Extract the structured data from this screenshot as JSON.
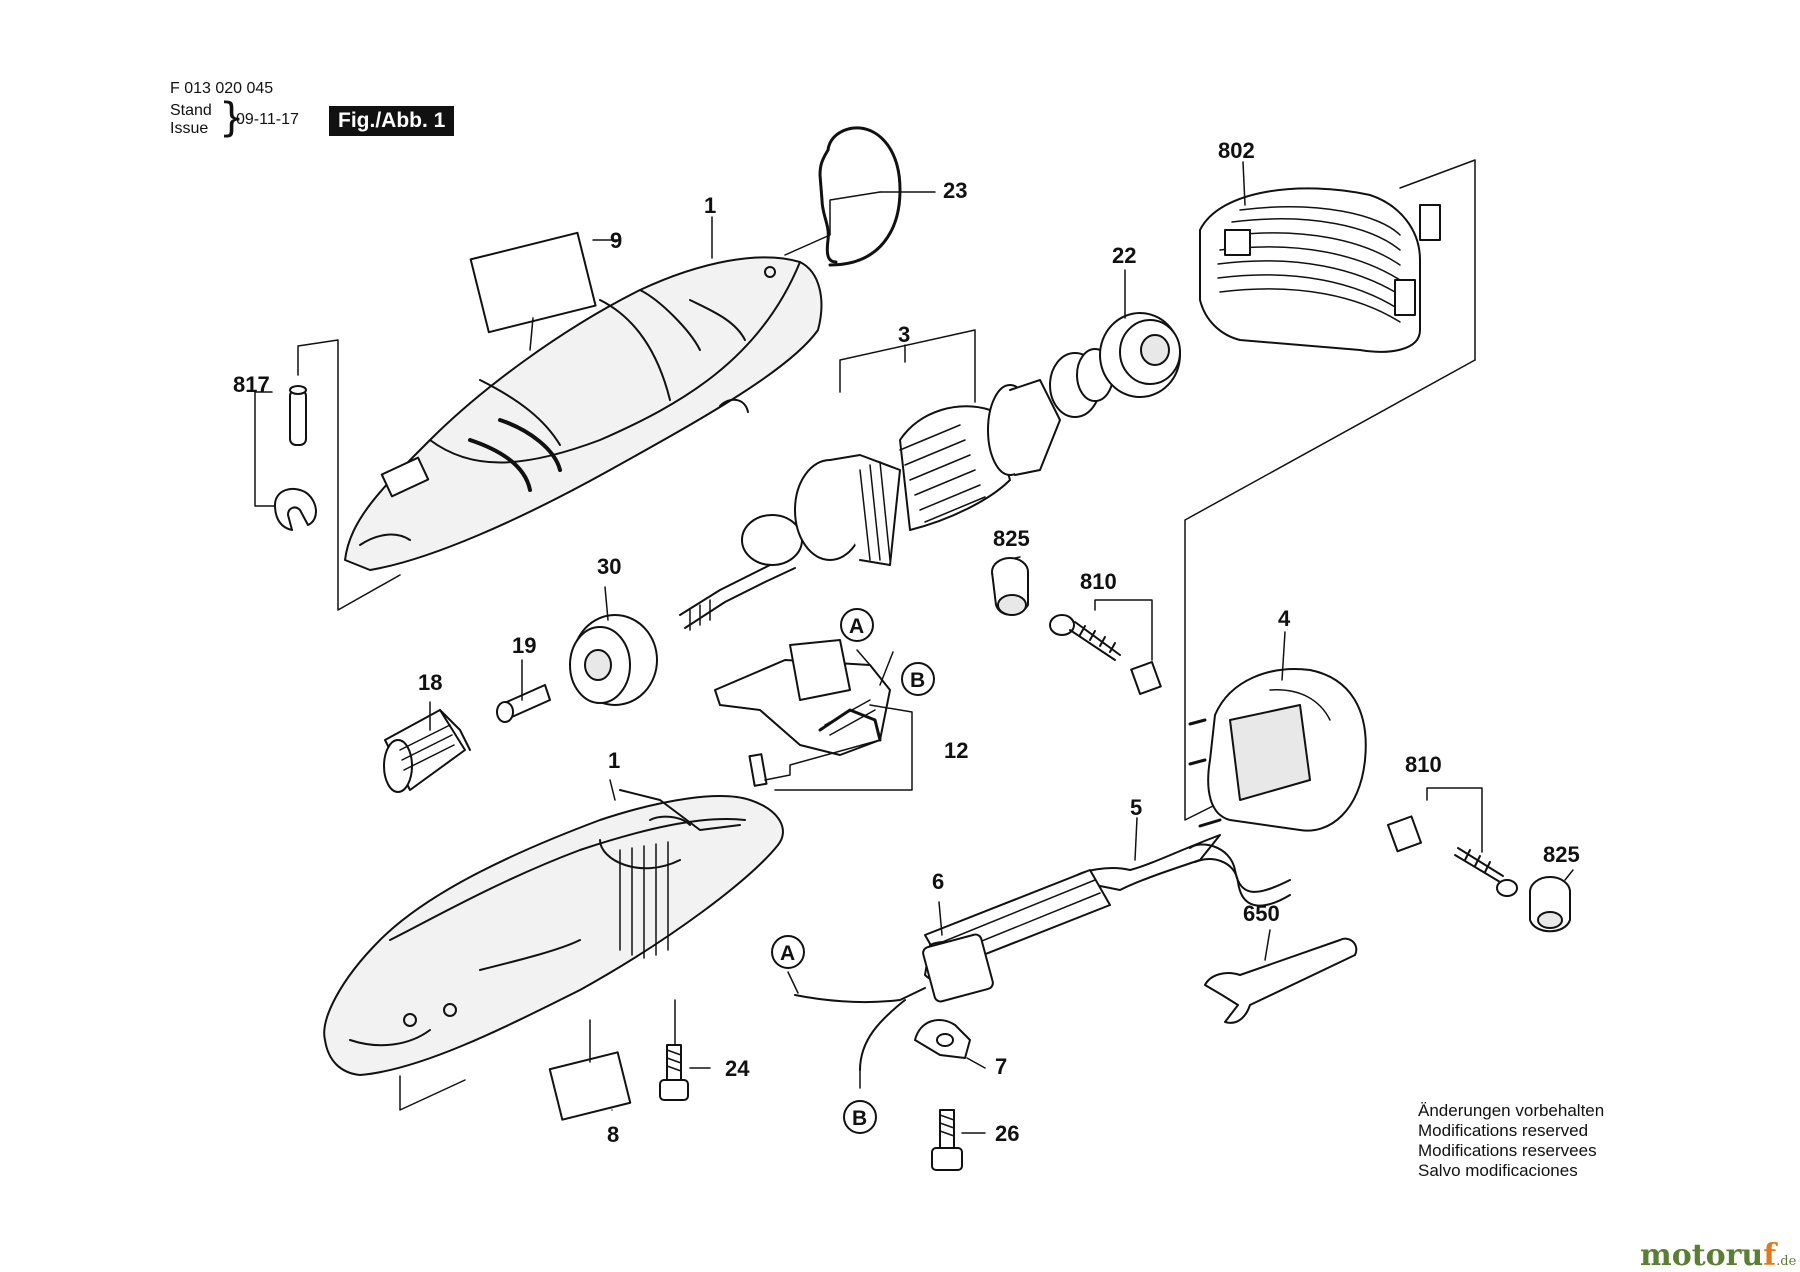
{
  "header": {
    "part_number": "F 013 020 045",
    "stand": "Stand",
    "issue": "Issue",
    "date": "09-11-17",
    "figure_label": "Fig./Abb. 1"
  },
  "labels": {
    "p1_top": "1",
    "p1_bottom": "1",
    "p3": "3",
    "p4": "4",
    "p5": "5",
    "p6": "6",
    "p7": "7",
    "p8": "8",
    "p9": "9",
    "p12": "12",
    "p18": "18",
    "p19": "19",
    "p22": "22",
    "p23": "23",
    "p24": "24",
    "p26": "26",
    "p30": "30",
    "p650": "650",
    "p802": "802",
    "p810_top": "810",
    "p810_bottom": "810",
    "p817": "817",
    "p825_top": "825",
    "p825_bottom": "825",
    "ref_a1": "A",
    "ref_b1": "B",
    "ref_a2": "A",
    "ref_b2": "B"
  },
  "notes": [
    "Änderungen vorbehalten",
    "Modifications reserved",
    "Modifications reservees",
    "Salvo modificaciones"
  ],
  "watermark": {
    "pre": "moto",
    "mid": "ru",
    "f": "f",
    "suffix": ".de"
  },
  "colors": {
    "ink": "#111111",
    "shade": "#c8c8c8",
    "watermark_green": "#5a7f34",
    "watermark_orange": "#e07a20"
  }
}
